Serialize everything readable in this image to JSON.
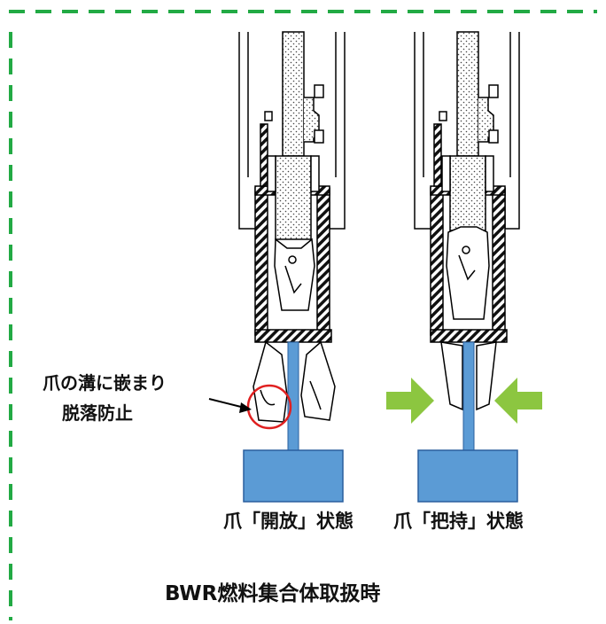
{
  "annotation": {
    "line1": "爪の溝に嵌まり",
    "line2": "脱落防止"
  },
  "states": [
    {
      "caption": "爪「開放」状態"
    },
    {
      "caption": "爪「把持」状態"
    }
  ],
  "footer_title": "BWR燃料集合体取扱時",
  "colors": {
    "frame_dash": "#22aa44",
    "rod_blue": "#5b9bd5",
    "arrow_green": "#8cc640",
    "highlight_circle": "#e02020",
    "hatch": "#111111"
  }
}
